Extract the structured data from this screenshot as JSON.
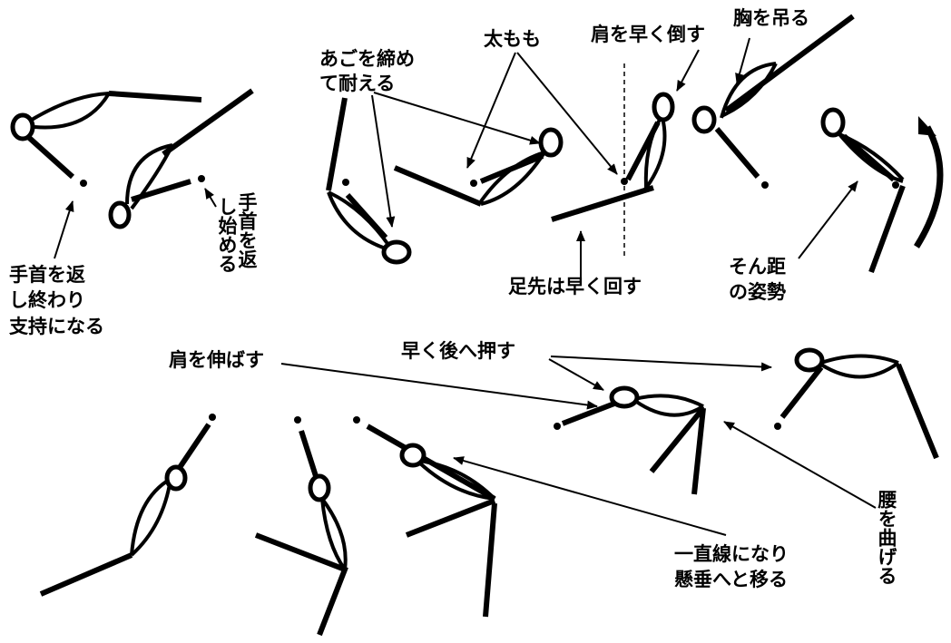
{
  "labels": {
    "wrist_finish": [
      "手首を返",
      "し終わり",
      "支持になる"
    ],
    "wrist_start": [
      "手首を返",
      "し始める"
    ],
    "chin": [
      "あごを締め",
      "て耐える"
    ],
    "thigh": "太もも",
    "shoulder_tilt": "肩を早く倒す",
    "chest": "胸を吊る",
    "toes": "足先は早く回す",
    "sonkyo": [
      "そん距",
      "の姿勢"
    ],
    "shoulder_extend": "肩を伸ばす",
    "push_back": "早く後へ押す",
    "waist": "腰を曲げる",
    "straight": [
      "一直線になり",
      "懸垂へと移る"
    ]
  }
}
